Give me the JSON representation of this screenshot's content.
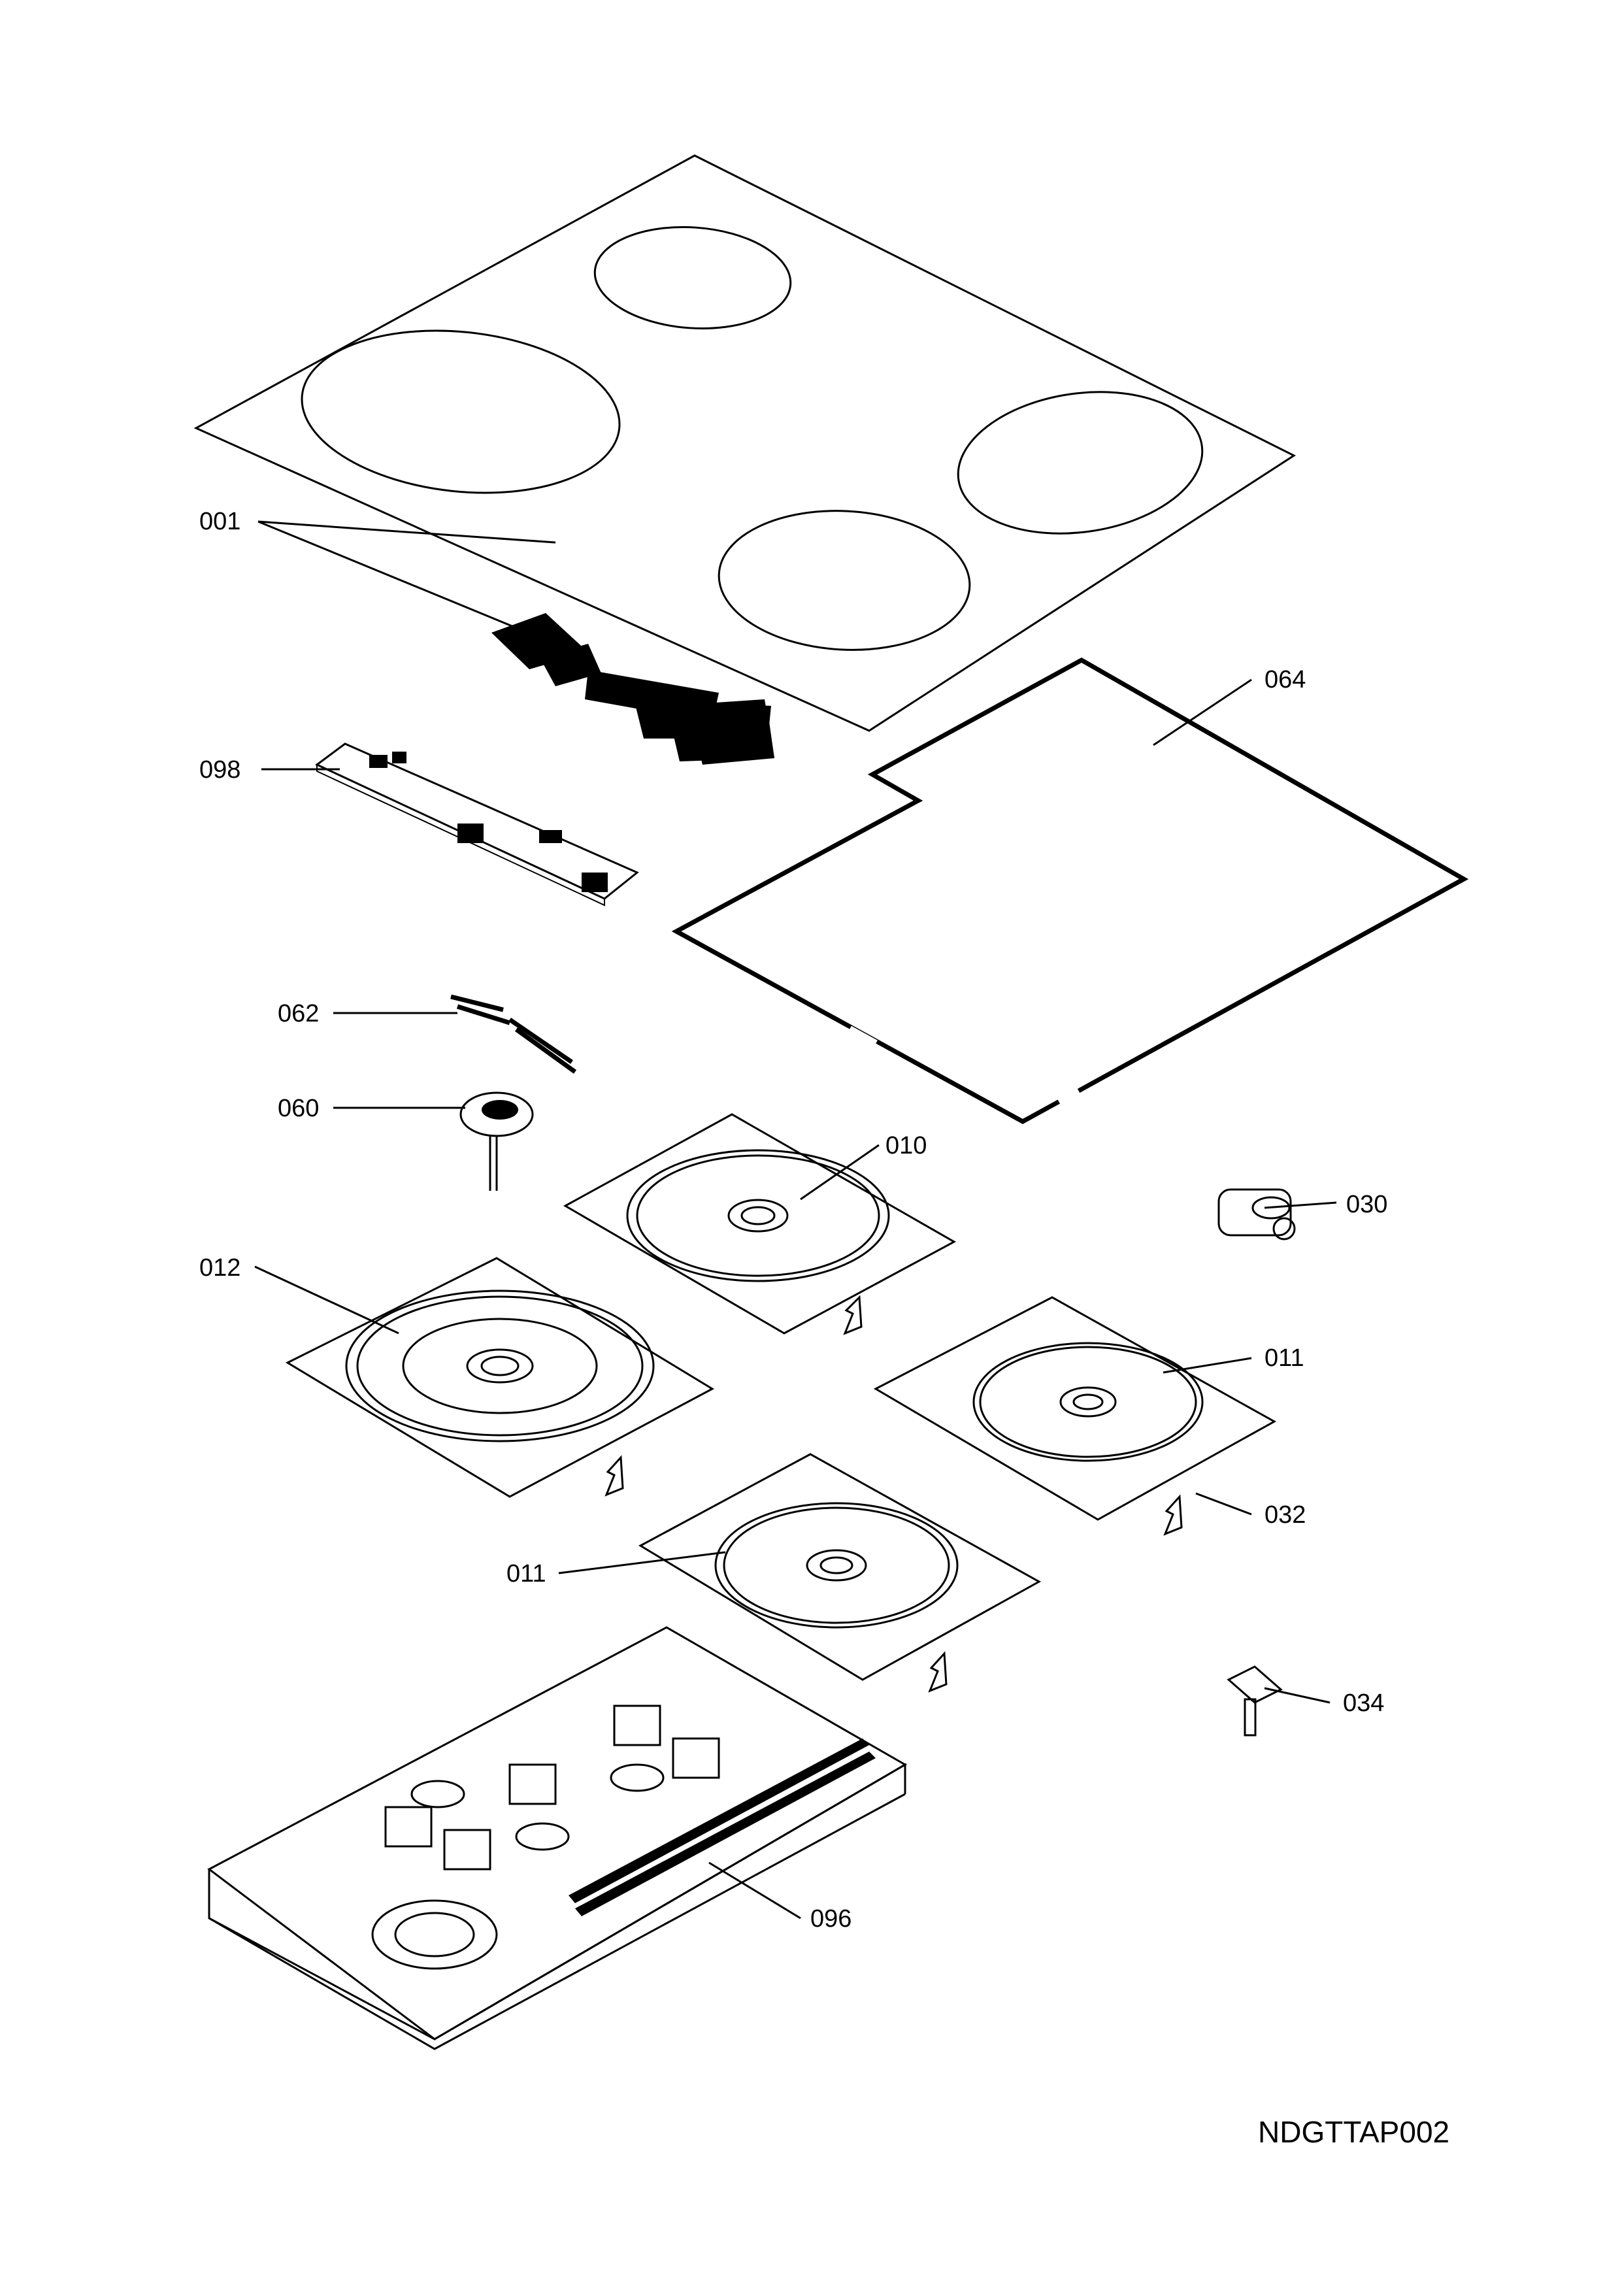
{
  "labels": {
    "p001": "001",
    "p064": "064",
    "p098": "098",
    "p062": "062",
    "p060": "060",
    "p010": "010",
    "p030": "030",
    "p012": "012",
    "p011a": "011",
    "p032": "032",
    "p011b": "011",
    "p034": "034",
    "p096": "096"
  },
  "drawing_reference": "NDGTTAP002"
}
